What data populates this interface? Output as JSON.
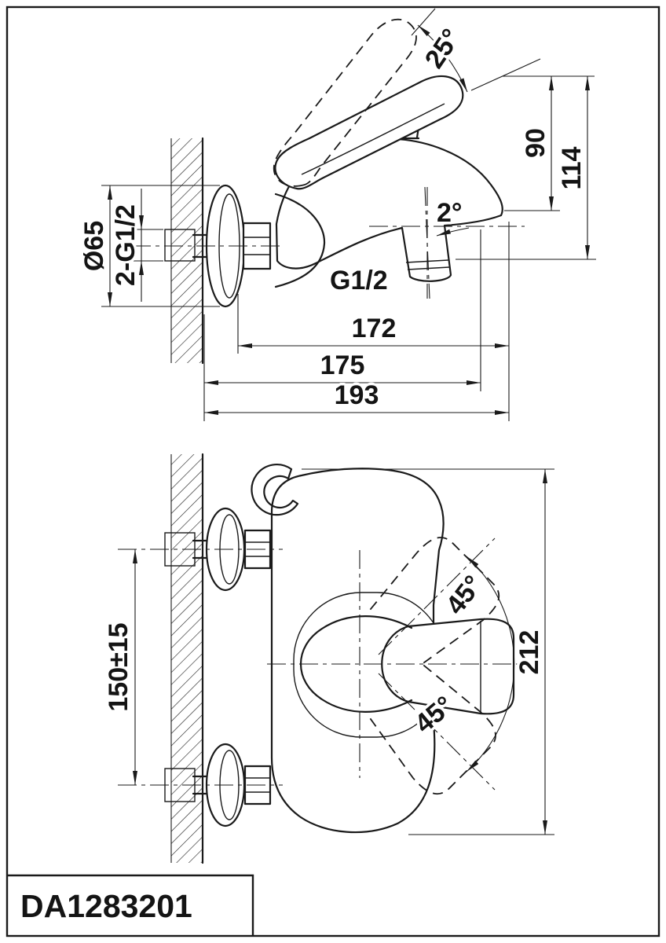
{
  "part_number": "DA1283201",
  "colors": {
    "line": "#1a1a1a",
    "paper": "#ffffff"
  },
  "side_view": {
    "labels": {
      "handle_lift_angle": "25°",
      "height_to_spout_axis": "90",
      "overall_height": "114",
      "escutcheon_diameter": "Ø65",
      "inlet_thread": "2-G1/2",
      "spout_tilt": "2°",
      "outlet_thread": "G1/2",
      "depth_body": "172",
      "depth_mid": "175",
      "depth_overall": "193"
    }
  },
  "front_view": {
    "labels": {
      "handle_swing_upper": "45°",
      "handle_swing_lower": "45°",
      "inlet_spacing": "150±15",
      "overall_width": "212"
    }
  }
}
